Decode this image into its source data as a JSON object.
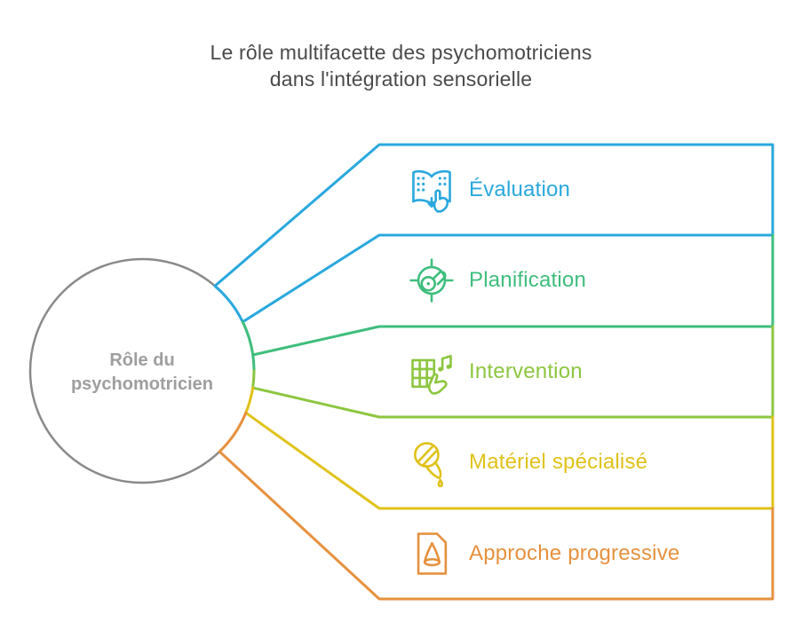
{
  "title": {
    "lines": [
      "Le rôle multifacette des psychomotriciens",
      "dans l'intégration sensorielle"
    ]
  },
  "center": {
    "label": "Rôle du psychomotricien"
  },
  "branches": [
    {
      "label": "Évaluation",
      "color": "#29A8DE",
      "icon": "braille-book-icon"
    },
    {
      "label": "Planification",
      "color": "#3EBE7C",
      "icon": "target-key-icon"
    },
    {
      "label": "Intervention",
      "color": "#8CC63F",
      "icon": "grid-hand-music-icon"
    },
    {
      "label": "Matériel spécialisé",
      "color": "#E0C219",
      "icon": "sensory-ball-drop-icon"
    },
    {
      "label": "Approche progressive",
      "color": "#E6913E",
      "icon": "document-cone-icon"
    }
  ],
  "colors": {
    "background": "#FFFFFF",
    "title_text": "#4A4A4A",
    "circle_stroke": "#8A8A8A",
    "circle_text": "#9E9E9E"
  }
}
